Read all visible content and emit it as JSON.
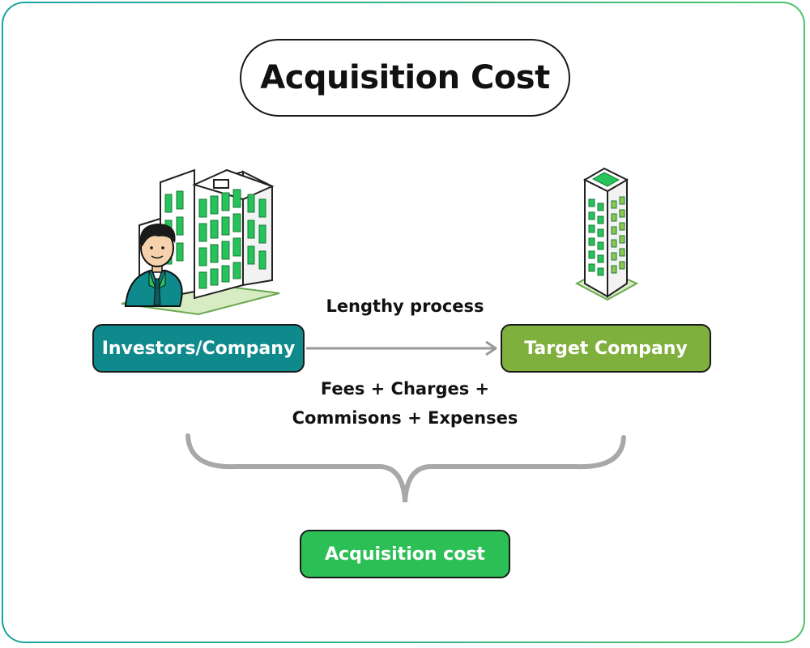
{
  "title": "Acquisition Cost",
  "nodes": {
    "investors": "Investors/Company",
    "target": "Target Company",
    "cost": "Acquisition cost"
  },
  "labels": {
    "process": "Lengthy process",
    "fees_line1": "Fees + Charges +",
    "fees_line2": "Commisons + Expenses"
  },
  "colors": {
    "investors": "#0f8a8c",
    "target": "#7faf3c",
    "cost": "#2cbf55",
    "building_green": "#27c25a",
    "arrow": "#9a9a9a"
  },
  "icons": {
    "left": "businessman-with-office-building-icon",
    "right": "target-company-tower-icon"
  }
}
